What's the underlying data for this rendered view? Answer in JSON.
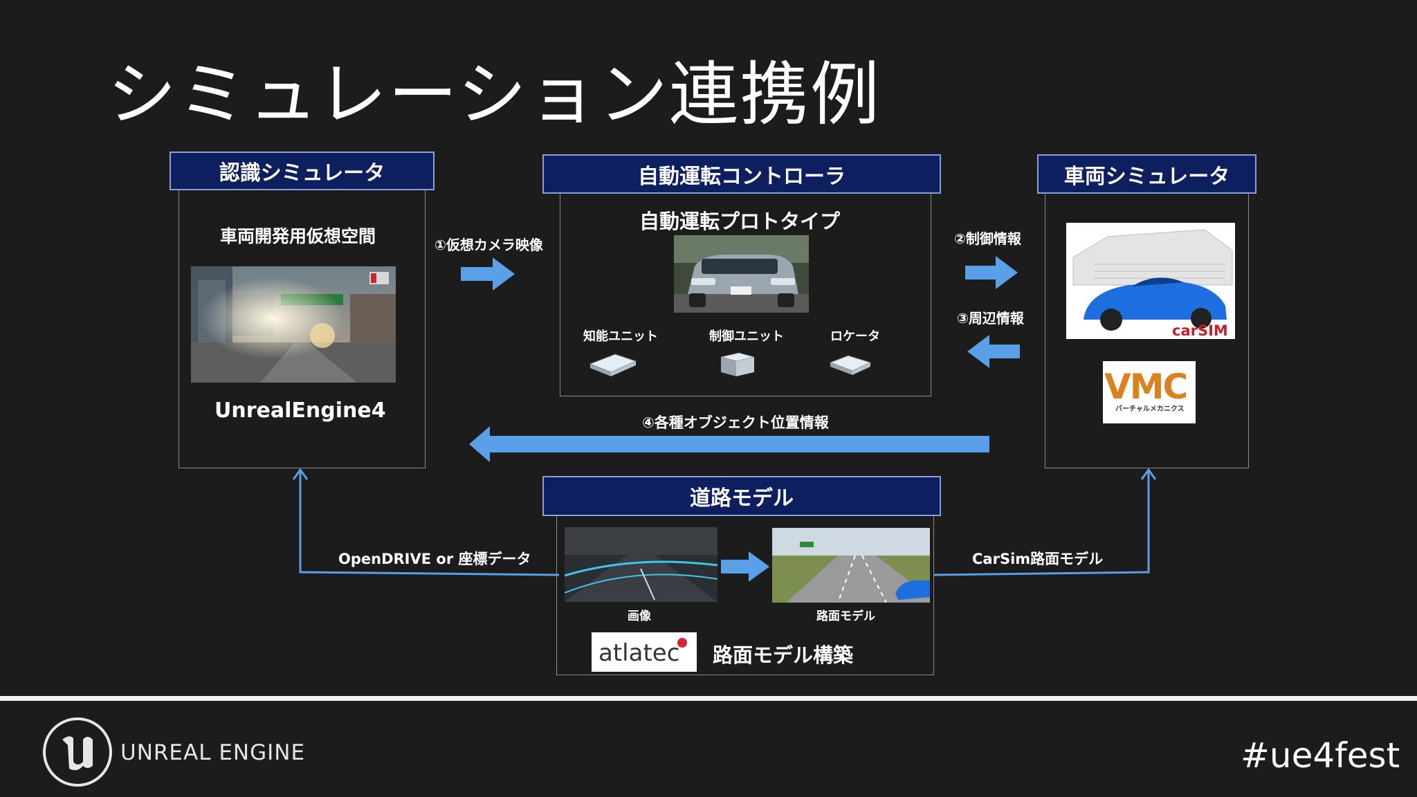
{
  "title": "シミュレーション連携例",
  "perception": {
    "header": "認識シミュレータ",
    "subtitle": "車両開発用仮想空間",
    "engine": "UnrealEngine4"
  },
  "controller": {
    "header": "自動運転コントローラ",
    "subtitle": "自動運転プロトタイプ",
    "units": [
      "知能ユニット",
      "制御ユニット",
      "ロケータ"
    ]
  },
  "vehicle": {
    "header": "車両シミュレータ",
    "carsim_logo": "carSIM",
    "vmc_logo": "VMC",
    "vmc_sub": "バーチャルメカニクス"
  },
  "road": {
    "header": "道路モデル",
    "image_caption": "画像",
    "road_caption": "路面モデル",
    "atlatec_logo": "atlatec",
    "build_label": "路面モデル構築"
  },
  "flows": {
    "camera": "①仮想カメラ映像",
    "control": "②制御情報",
    "surround": "③周辺情報",
    "objects": "④各種オブジェクト位置情報",
    "opendrive": "OpenDRIVE or 座標データ",
    "carsim_road": "CarSim路面モデル"
  },
  "footer": {
    "brand": "UNREAL ENGINE",
    "hashtag": "#ue4fest"
  },
  "colors": {
    "header_bg": "#0d1f5e",
    "arrow": "#5aa0e8",
    "background": "#1c1c1c"
  }
}
